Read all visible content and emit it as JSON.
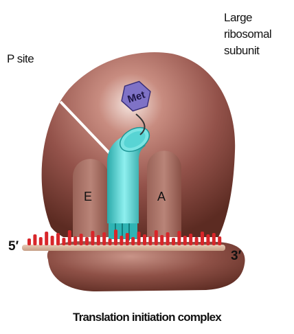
{
  "labels": {
    "large_subunit_line1": "Large",
    "large_subunit_line2": "ribosomal",
    "large_subunit_line3": "subunit",
    "p_site": "P site",
    "e_site": "E",
    "a_site": "A",
    "five_prime": "5′",
    "three_prime": "3′",
    "amino_acid": "Met",
    "caption": "Translation initiation complex"
  },
  "colors": {
    "ribosome": "#8a4a3c",
    "ribosome_highlight": "#f4e2dc",
    "site_pocket": "#a9746a",
    "trna": "#5ed3d3",
    "trna_dark": "#1e9e9e",
    "mrna": "#d8262a",
    "met_hexagon": "#7d6fc4"
  }
}
